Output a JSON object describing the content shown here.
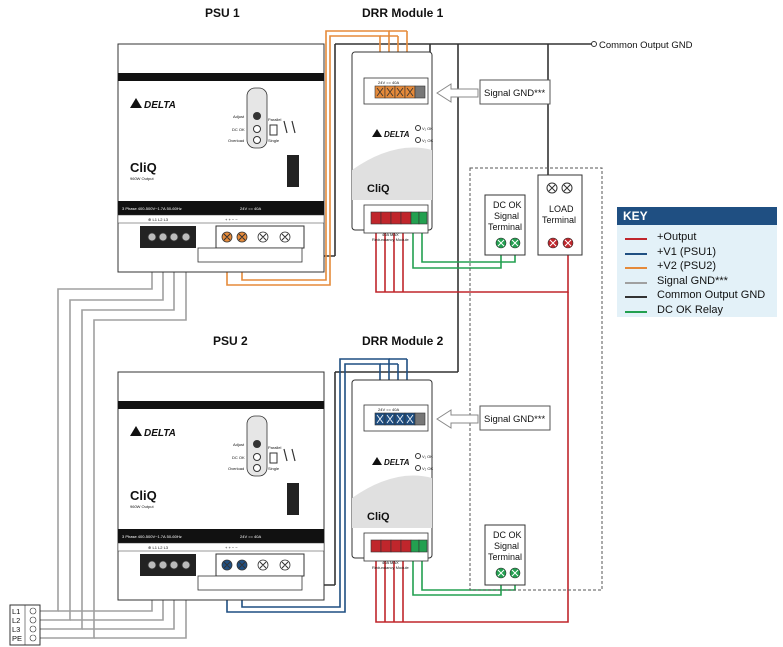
{
  "labels": {
    "psu1": "PSU 1",
    "psu2": "PSU 2",
    "drr1": "DRR Module 1",
    "drr2": "DRR Module 2",
    "common_gnd": "Common Output GND",
    "signal_gnd": "Signal GND***",
    "dcok_1": "DC OK",
    "dcok_2": "Signal",
    "dcok_3": "Terminal",
    "load_1": "LOAD",
    "load_2": "Terminal",
    "brand": "DELTA",
    "clix": "CliQ",
    "psu_output": "960W Output",
    "adjust": "Adjust",
    "dc_ok_led": "DC OK",
    "overload": "Overload",
    "parallel": "Parallel",
    "single": "Single",
    "psu_rating": "3 Phase 400-500V~1.7A 50-60Hz",
    "psu_out_rating": "24V == 40A",
    "psu_terms": "⊕ L1 L2 L3",
    "psu_out_terms": "+ + − −",
    "drr_top_rating": "24V == 40A",
    "drr_bottom_rating": "40A MAX",
    "drr_bottom_sub": "Redundancy Module",
    "vin_ok_1": "V₁ OK",
    "vin_ok_2": "V₂ OK",
    "mains": [
      "L1",
      "L2",
      "L3",
      "PE"
    ]
  },
  "key": {
    "title": "KEY",
    "items": [
      {
        "label": "+Output",
        "color": "#c0262c"
      },
      {
        "label": "+V1 (PSU1)",
        "color": "#1f4f82"
      },
      {
        "label": "+V2 (PSU2)",
        "color": "#e58a3a"
      },
      {
        "label": "Signal GND***",
        "color": "#a0a0a0"
      },
      {
        "label": "Common Output GND",
        "color": "#333333"
      },
      {
        "label": "DC OK Relay",
        "color": "#23a050"
      }
    ]
  }
}
